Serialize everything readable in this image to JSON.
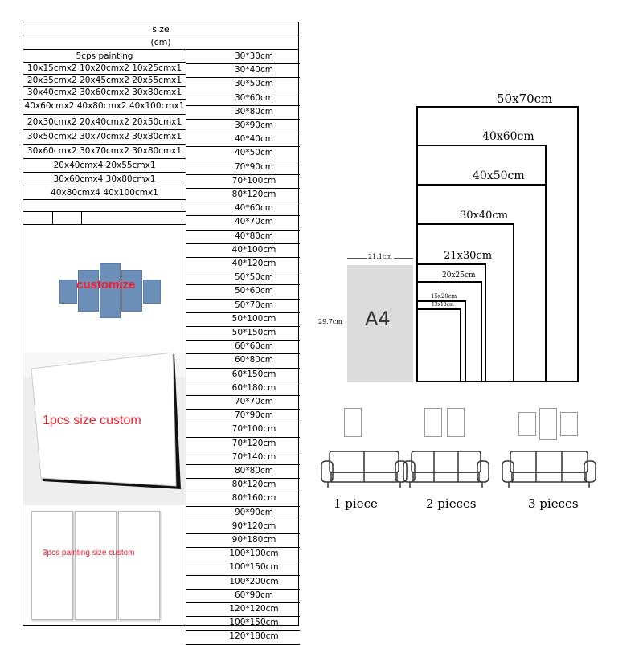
{
  "table": {
    "header_size": "size",
    "header_unit": "(cm)",
    "header_sets": "5cps painting",
    "sets": [
      "10x15cmx2 10x20cmx2 10x25cmx1",
      "20x35cmx2 20x45cmx2 20x55cmx1",
      "30x40cmx2 30x60cmx2 30x80cmx1",
      "40x60cmx2 40x80cmx2 40x100cmx1",
      "20x30cmx2 20x40cmx2 20x50cmx1",
      "30x50cmx2 30x70cmx2 30x80cmx1",
      "30x60cmx2 30x70cmx2 30x80cmx1",
      "20x40cmx4 20x55cmx1",
      "30x60cmx4 30x80cmx1",
      "40x80cmx4 40x100cmx1"
    ],
    "sizes": [
      "30*30cm",
      "30*40cm",
      "30*50cm",
      "30*60cm",
      "30*80cm",
      "30*90cm",
      "40*40cm",
      "40*50cm",
      "70*90cm",
      "70*100cm",
      "80*120cm",
      "40*60cm",
      "40*70cm",
      "40*80cm",
      "40*100cm",
      "40*120cm",
      "50*50cm",
      "50*60cm",
      "50*70cm",
      "50*100cm",
      "50*150cm",
      "60*60cm",
      "60*80cm",
      "60*150cm",
      "60*180cm",
      "70*70cm",
      "70*90cm",
      "70*100cm",
      "70*120cm",
      "70*140cm",
      "80*80cm",
      "80*120cm",
      "80*160cm",
      "90*90cm",
      "90*120cm",
      "90*180cm",
      "100*100cm",
      "100*150cm",
      "100*200cm",
      "60*90cm",
      "120*120cm",
      "100*150cm",
      "120*180cm"
    ]
  },
  "custom": {
    "five_label": "customize",
    "one_label": "1pcs size custom",
    "three_label": "3pcs painting size custom"
  },
  "diagram": {
    "sizes": [
      "50x70cm",
      "40x60cm",
      "40x50cm",
      "30x40cm",
      "21x30cm",
      "20x25cm",
      "15x20cm",
      "13x18cm"
    ],
    "a4_label": "A4",
    "a4_width": "21.1cm",
    "a4_height": "29.7cm"
  },
  "pieces": [
    "1 piece",
    "2 pieces",
    "3 pieces"
  ],
  "colors": {
    "panel_blue": "#6b8fb8",
    "custom_red": "#ff1a2a",
    "a4_gray": "#dcdcdc"
  }
}
